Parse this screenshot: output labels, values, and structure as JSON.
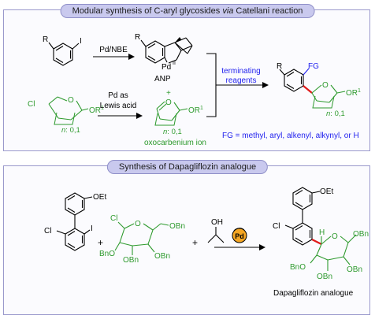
{
  "panel1": {
    "title_prefix": "Modular synthesis of C-aryl glycosides ",
    "title_italic": "via",
    "title_suffix": " Catellani reaction",
    "aryl_iodide": {
      "r": "R",
      "i": "I"
    },
    "arrow1_label": "Pd/NBE",
    "anp": {
      "r": "R",
      "pd": "Pd",
      "pd_sup": "II",
      "label": "ANP"
    },
    "sugar": {
      "cl": "Cl",
      "o": "O",
      "or1": "OR",
      "sup1": "1",
      "n": "n",
      "n_val": ": 0,1"
    },
    "arrow2_label_1": "Pd as",
    "arrow2_label_2": "Lewis acid",
    "oxo": {
      "plus": "+",
      "o": "O",
      "or1": "OR",
      "sup1": "1",
      "n": "n",
      "n_val": ": 0,1",
      "label": "oxocarbenium ion"
    },
    "terminating_1": "terminating",
    "terminating_2": "reagents",
    "product": {
      "r": "R",
      "fg": "FG",
      "o": "O",
      "or1": "OR",
      "sup1": "1",
      "n": "n",
      "n_val": ": 0,1"
    },
    "fg_note": "FG = methyl, aryl, alkenyl, alkynyl, or H"
  },
  "panel2": {
    "title": "Synthesis of Dapagliflozin analogue",
    "oet": "OEt",
    "cl": "Cl",
    "i": "I",
    "plus": "+",
    "sugar": {
      "cl": "Cl",
      "o": "O",
      "obn": "OBn",
      "bno": "BnO"
    },
    "plus2": "+",
    "oh": "OH",
    "pd": "Pd",
    "h": "H",
    "product_label": "Dapagliflozin analogue"
  },
  "colors": {
    "green": "#2e9a2e",
    "blue": "#2222ee",
    "red": "#e01a1a",
    "panel_border": "#9a99cc",
    "pill_bg": "#c9c9ee",
    "pd_orange": "#f5a623"
  }
}
